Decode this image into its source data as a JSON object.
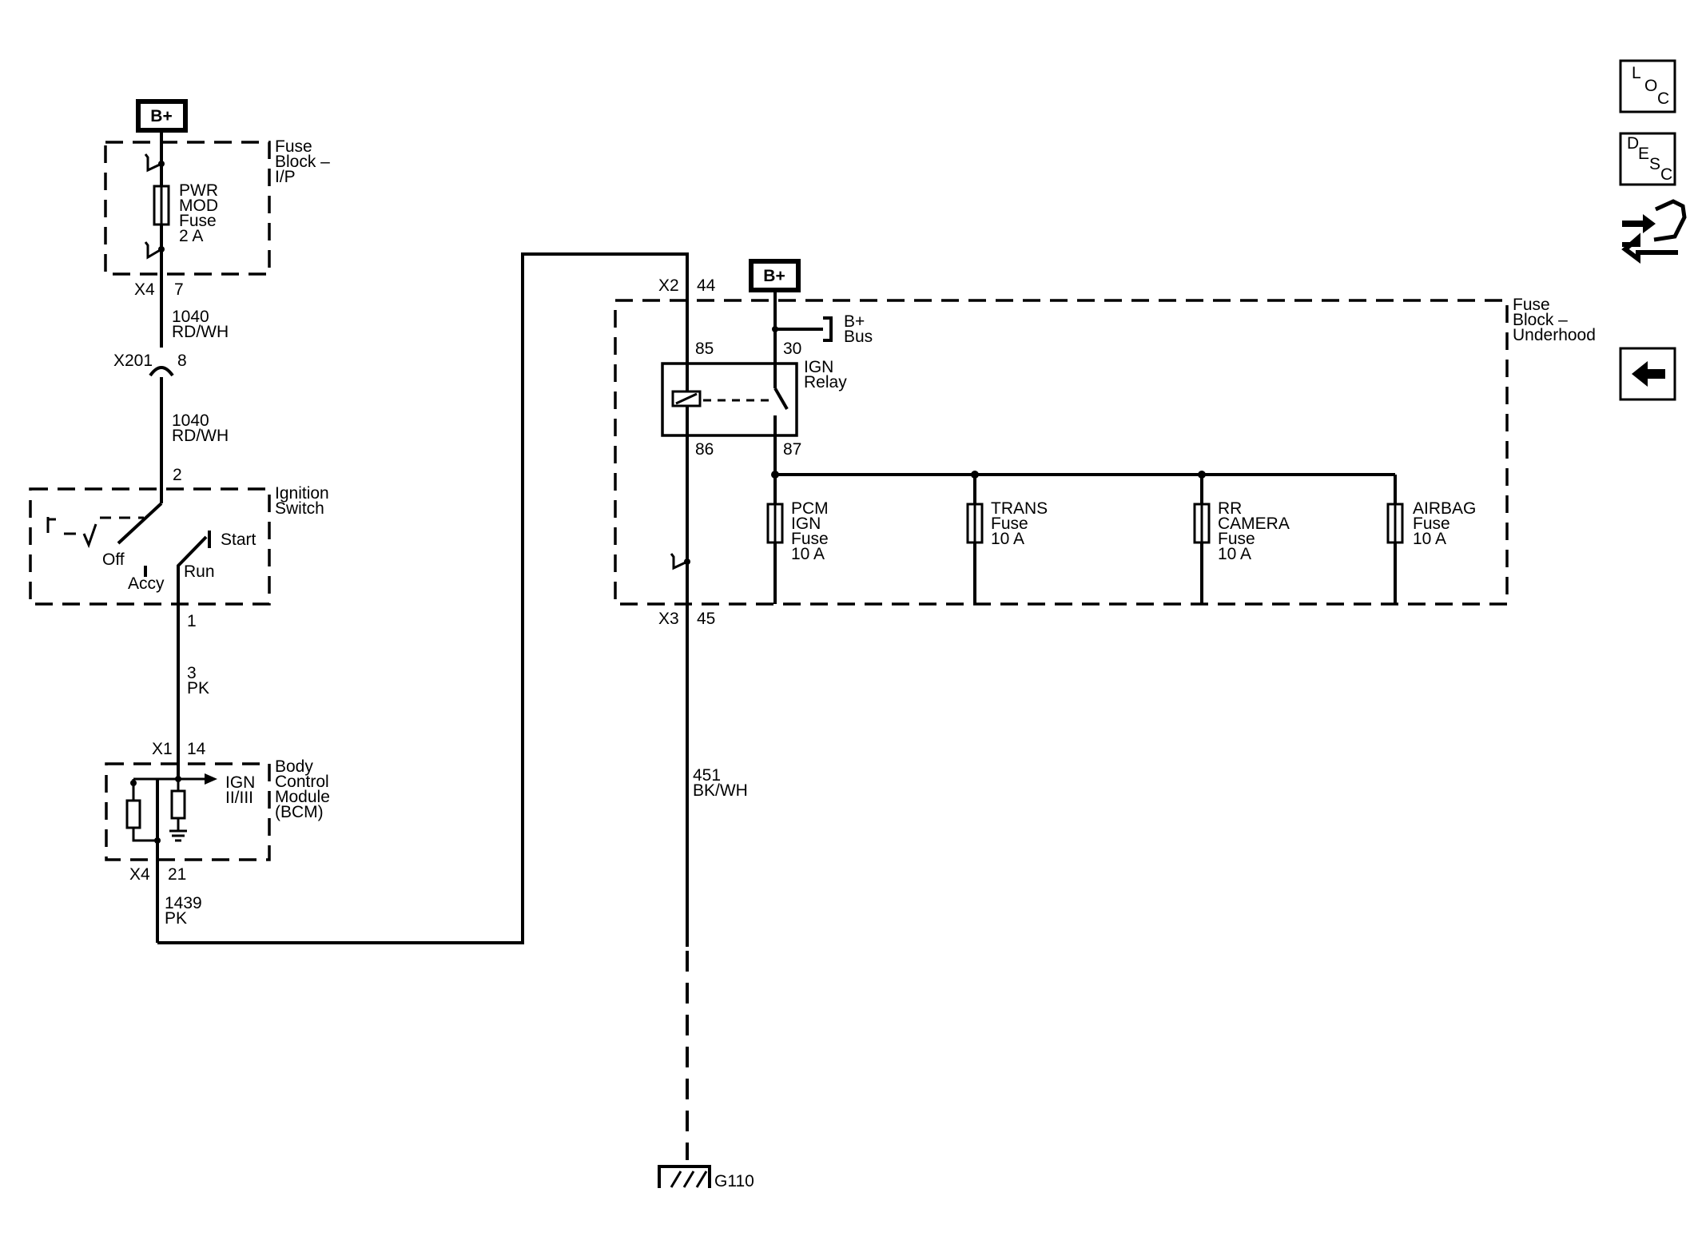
{
  "power": {
    "top_label": "B+",
    "underhood_label": "B+"
  },
  "fuse_block_ip": {
    "label": [
      "Fuse",
      "Block –",
      "I/P"
    ],
    "fuse_label": [
      "PWR",
      "MOD",
      "Fuse",
      "2 A"
    ],
    "connector": "X4",
    "pin": "7"
  },
  "wire_1040_a": {
    "circuit": "1040",
    "color": "RD/WH"
  },
  "inline_connector": {
    "name": "X201",
    "pin": "8"
  },
  "wire_1040_b": {
    "circuit": "1040",
    "color": "RD/WH"
  },
  "ignition_switch": {
    "label": [
      "Ignition",
      "Switch"
    ],
    "pin_in": "2",
    "positions": {
      "off": "Off",
      "accy": "Accy",
      "run": "Run",
      "start": "Start"
    },
    "pin_out": "1"
  },
  "wire_3": {
    "circuit": "3",
    "color": "PK"
  },
  "bcm": {
    "label": [
      "Body",
      "Control",
      "Module",
      "(BCM)"
    ],
    "input_connector": "X1",
    "input_pin": "14",
    "signal": [
      "IGN",
      "II/III"
    ],
    "output_connector": "X4",
    "output_pin": "21"
  },
  "wire_1439": {
    "circuit": "1439",
    "color": "PK"
  },
  "fuse_block_underhood": {
    "label": [
      "Fuse",
      "Block –",
      "Underhood"
    ],
    "top_connector": "X2",
    "top_pin": "44",
    "bottom_connector": "X3",
    "bottom_pin": "45",
    "bus_label": [
      "B+",
      "Bus"
    ]
  },
  "ign_relay": {
    "label": [
      "IGN",
      "Relay"
    ],
    "pins": {
      "p85": "85",
      "p86": "86",
      "p30": "30",
      "p87": "87"
    }
  },
  "fuses": [
    {
      "label": [
        "PCM",
        "IGN",
        "Fuse",
        "10 A"
      ]
    },
    {
      "label": [
        "TRANS",
        "Fuse",
        "10 A"
      ]
    },
    {
      "label": [
        "RR",
        "CAMERA",
        "Fuse",
        "10 A"
      ]
    },
    {
      "label": [
        "AIRBAG",
        "Fuse",
        "10 A"
      ]
    }
  ],
  "wire_451": {
    "circuit": "451",
    "color": "BK/WH"
  },
  "ground": {
    "name": "G110"
  },
  "side_buttons": {
    "loc": {
      "l1": "L",
      "l2": "O",
      "l3": "C"
    },
    "desc": {
      "l1": "D",
      "l2": "E",
      "l3": "S",
      "l4": "C"
    }
  }
}
